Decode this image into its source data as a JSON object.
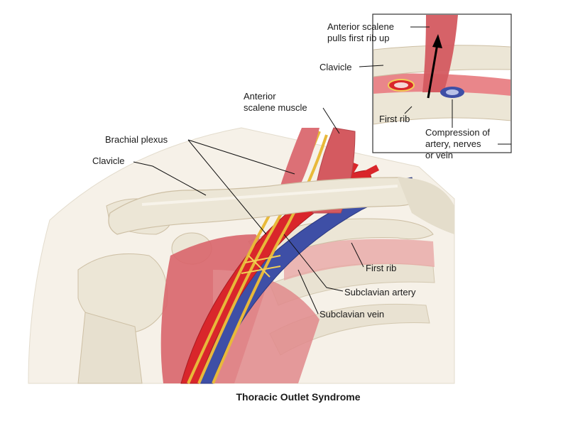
{
  "caption": "Thoracic Outlet Syndrome",
  "labels": {
    "anterior_scalene_muscle": [
      "Anterior",
      "scalene muscle"
    ],
    "brachial_plexus": "Brachial plexus",
    "clavicle": "Clavicle",
    "first_rib": "First rib",
    "subclavian_artery": "Subclavian artery",
    "subclavian_vein": "Subclavian vein"
  },
  "inset": {
    "anterior_scalene_pulls": [
      "Anterior scalene",
      "pulls first rib up"
    ],
    "clavicle": "Clavicle",
    "first_rib": "First rib",
    "compression": [
      "Compression of",
      "artery, nerves",
      "or vein"
    ]
  },
  "colors": {
    "bone": "#ece6d6",
    "bone_shadow": "#d6ccb6",
    "muscle": "#d9656b",
    "muscle_light": "#f0b3b3",
    "artery": "#d9262b",
    "vein": "#3e4fa6",
    "nerve": "#f2cf57",
    "skin": "#f4efe6"
  }
}
